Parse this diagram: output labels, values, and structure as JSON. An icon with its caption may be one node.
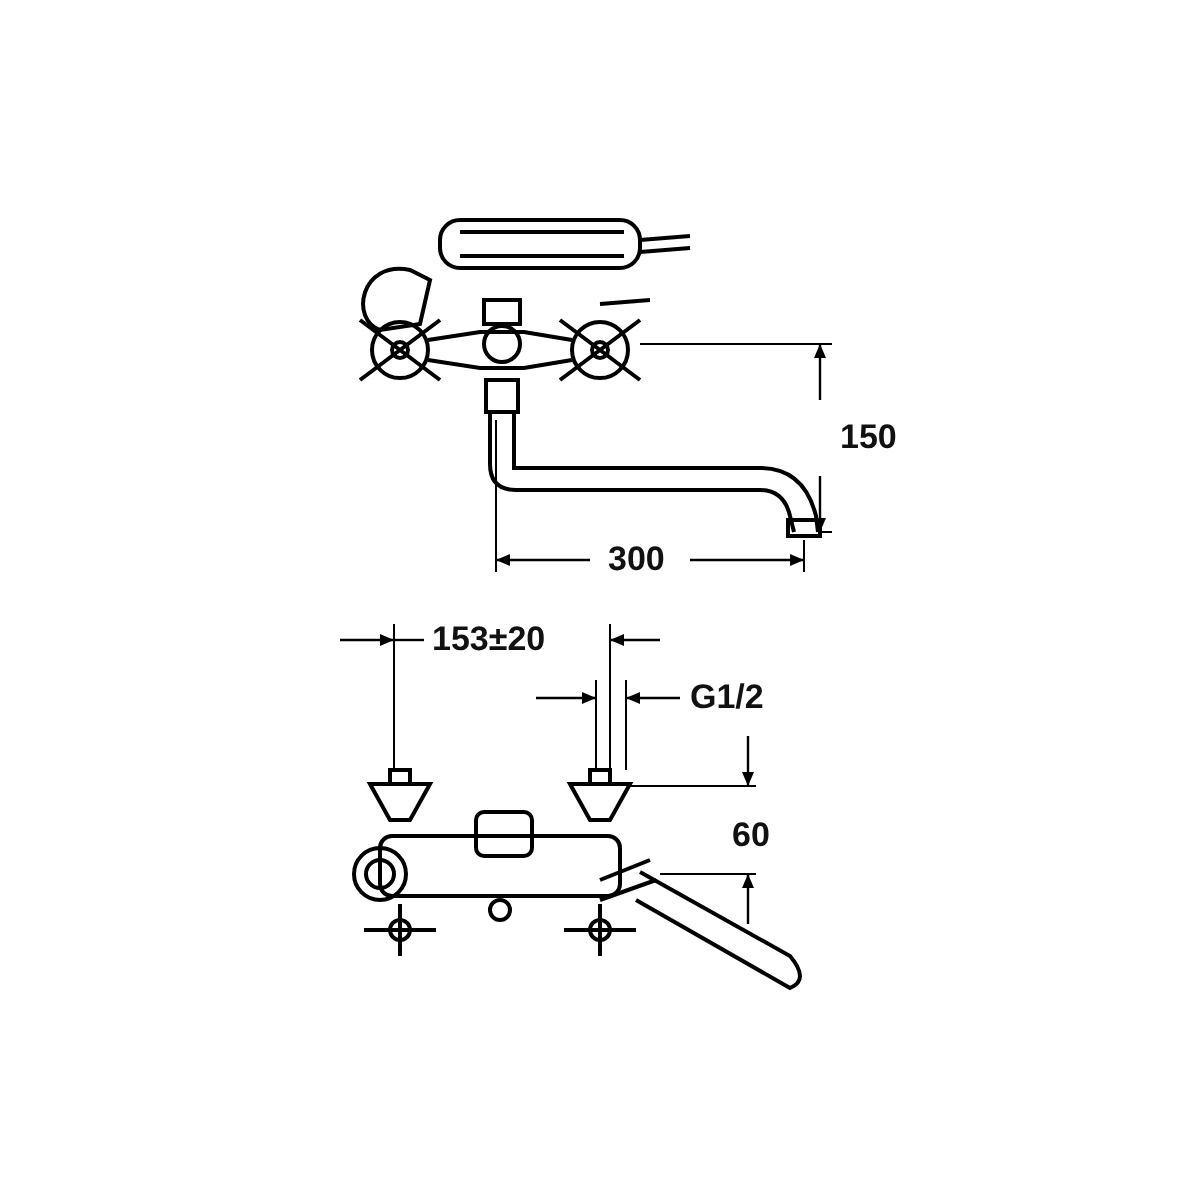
{
  "diagram": {
    "labels": [
      "150",
      "300",
      "153±20",
      "G1/2",
      "60"
    ]
  }
}
